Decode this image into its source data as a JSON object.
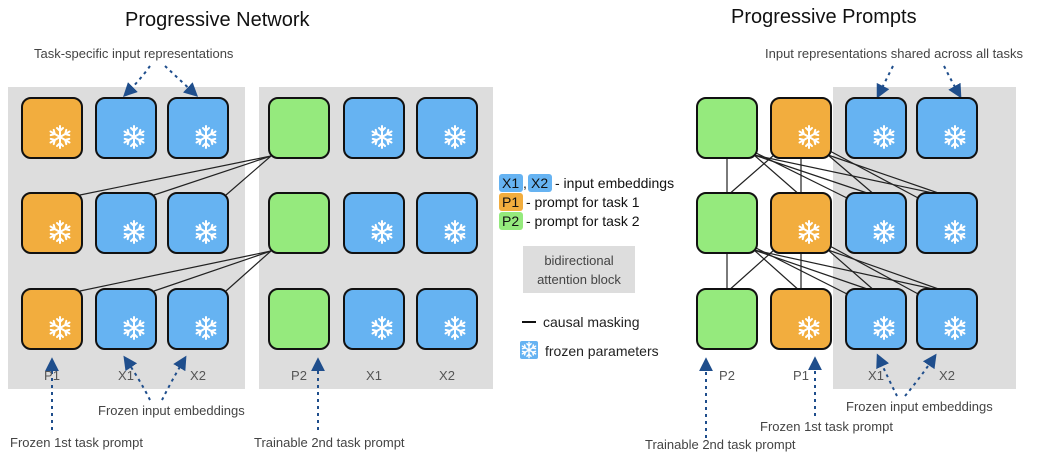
{
  "colors": {
    "prompt_p1": "#f2ad3e",
    "prompt_p2": "#95ea7d",
    "input": "#66b3f2",
    "panel": "#dddddd",
    "arrow": "#1f4e8c"
  },
  "left": {
    "title": "Progressive Network",
    "top_annotation": "Task-specific input representations",
    "col_labels": [
      "P1",
      "X1",
      "X2",
      "P2",
      "X1",
      "X2"
    ],
    "bottom_annotation_mid": "Frozen input embeddings",
    "bottom_annotation_left": "Frozen 1st task prompt",
    "bottom_annotation_right": "Trainable 2nd task prompt"
  },
  "right": {
    "title": "Progressive Prompts",
    "top_annotation": "Input representations shared across all tasks",
    "col_labels": [
      "P2",
      "P1",
      "X1",
      "X2"
    ],
    "annotation_frozen_inputs": "Frozen input embeddings",
    "annotation_frozen_prompt": "Frozen 1st task prompt",
    "annotation_trainable_prompt": "Trainable 2nd task prompt"
  },
  "legend": {
    "x1": "X1",
    "x2": "X2",
    "input_text": "- input embeddings",
    "p1": "P1",
    "p1_text": "- prompt for task 1",
    "p2": "P2",
    "p2_text": "- prompt for task 2",
    "block_line1": "bidirectional",
    "block_line2": "attention block",
    "causal": "causal masking",
    "frozen": "frozen parameters",
    "snowflake_icon": "snowflake-icon"
  }
}
